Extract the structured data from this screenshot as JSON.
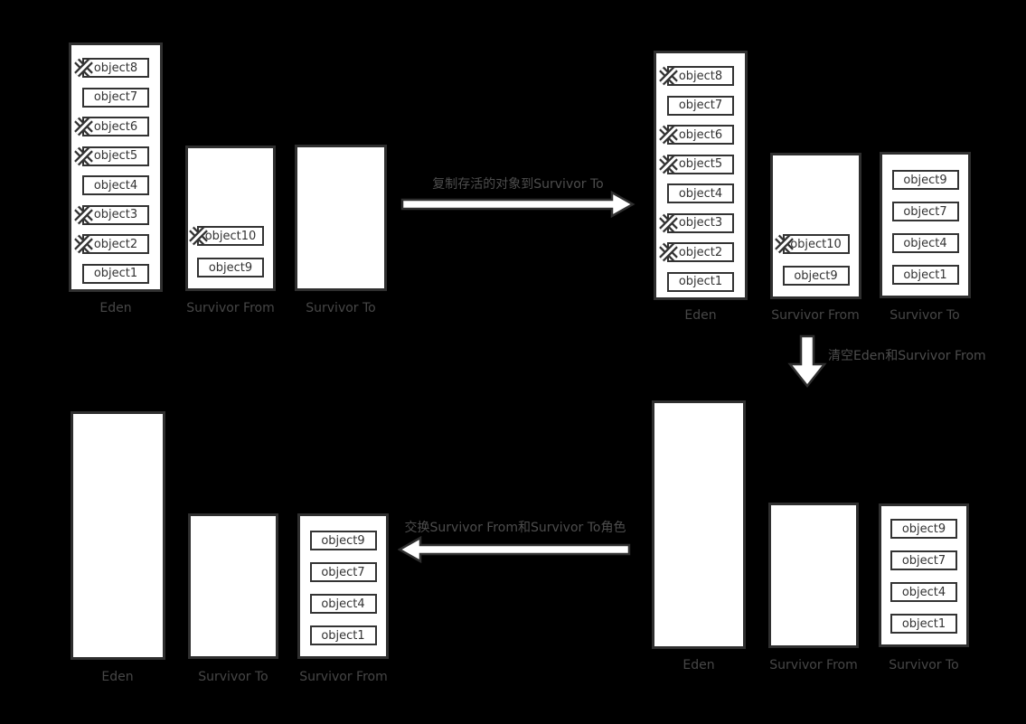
{
  "colors": {
    "background": "#000000",
    "box_fill": "#ffffff",
    "box_border": "#2f2f2f",
    "object_border": "#333333",
    "object_text": "#333333",
    "label_text": "#474747",
    "caption_text": "#4d4d4d",
    "arrow_fill": "#ffffff",
    "arrow_outline": "#2f2f2f"
  },
  "icons": {
    "dead_object_marker": "cross-x-icon"
  },
  "arrows": {
    "copy": {
      "direction": "right",
      "label": "复制存活的对象到Survivor To"
    },
    "clear": {
      "direction": "down",
      "label": "清空Eden和Survivor From"
    },
    "swap": {
      "direction": "left",
      "label": "交换Survivor From和Survivor To角色"
    }
  },
  "stage1": {
    "eden": {
      "label": "Eden",
      "objects": [
        {
          "name": "object8",
          "dead": true
        },
        {
          "name": "object7",
          "dead": false
        },
        {
          "name": "object6",
          "dead": true
        },
        {
          "name": "object5",
          "dead": true
        },
        {
          "name": "object4",
          "dead": false
        },
        {
          "name": "object3",
          "dead": true
        },
        {
          "name": "object2",
          "dead": true
        },
        {
          "name": "object1",
          "dead": false
        }
      ]
    },
    "survivor_from": {
      "label": "Survivor From",
      "objects": [
        {
          "name": "object10",
          "dead": true
        },
        {
          "name": "object9",
          "dead": false
        }
      ]
    },
    "survivor_to": {
      "label": "Survivor To",
      "objects": []
    }
  },
  "stage2": {
    "eden": {
      "label": "Eden",
      "objects": [
        {
          "name": "object8",
          "dead": true
        },
        {
          "name": "object7",
          "dead": false
        },
        {
          "name": "object6",
          "dead": true
        },
        {
          "name": "object5",
          "dead": true
        },
        {
          "name": "object4",
          "dead": false
        },
        {
          "name": "object3",
          "dead": true
        },
        {
          "name": "object2",
          "dead": true
        },
        {
          "name": "object1",
          "dead": false
        }
      ]
    },
    "survivor_from": {
      "label": "Survivor From",
      "objects": [
        {
          "name": "object10",
          "dead": true
        },
        {
          "name": "object9",
          "dead": false
        }
      ]
    },
    "survivor_to": {
      "label": "Survivor To",
      "objects": [
        {
          "name": "object9",
          "dead": false
        },
        {
          "name": "object7",
          "dead": false
        },
        {
          "name": "object4",
          "dead": false
        },
        {
          "name": "object1",
          "dead": false
        }
      ]
    }
  },
  "stage3": {
    "eden": {
      "label": "Eden",
      "objects": []
    },
    "survivor_from": {
      "label": "Survivor From",
      "objects": []
    },
    "survivor_to": {
      "label": "Survivor To",
      "objects": [
        {
          "name": "object9",
          "dead": false
        },
        {
          "name": "object7",
          "dead": false
        },
        {
          "name": "object4",
          "dead": false
        },
        {
          "name": "object1",
          "dead": false
        }
      ]
    }
  },
  "stage4": {
    "eden": {
      "label": "Eden",
      "objects": []
    },
    "survivor_to": {
      "label": "Survivor To",
      "objects": []
    },
    "survivor_from": {
      "label": "Survivor From",
      "objects": [
        {
          "name": "object9",
          "dead": false
        },
        {
          "name": "object7",
          "dead": false
        },
        {
          "name": "object4",
          "dead": false
        },
        {
          "name": "object1",
          "dead": false
        }
      ]
    }
  }
}
